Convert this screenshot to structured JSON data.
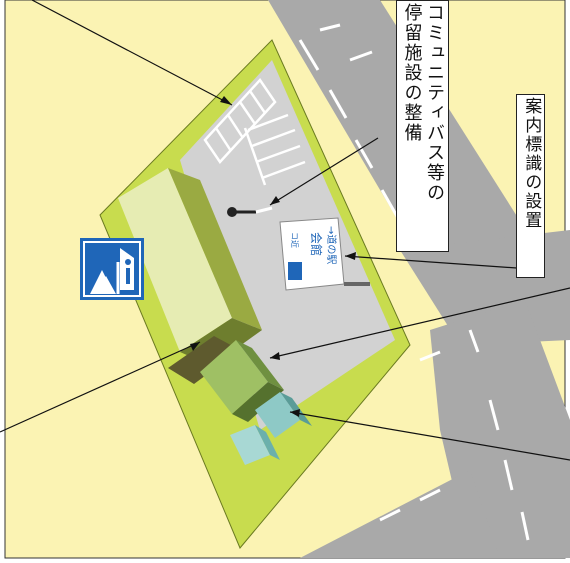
{
  "labels": {
    "bus_stop": {
      "line1": "コミュニティバス等の",
      "line2": "停留施設の整備"
    },
    "guide_sign": "案内標識の設置"
  },
  "sign_panel": {
    "line1": "コ近",
    "line2": "会館",
    "line3": "→道の駅"
  },
  "icons": {
    "roadside_station": "roadside-station-icon",
    "bus_stop_pole": "bus-stop-pole-icon"
  },
  "colors": {
    "background": "#fbf3b3",
    "site": "#c8dc4e",
    "parking": "#d2d2d2",
    "road": "#a9a9a9",
    "building": "#9aaa42",
    "icon_blue": "#1f66b8",
    "facility_green": "#8fae54",
    "facility_cyan": "#8ec9c6"
  }
}
